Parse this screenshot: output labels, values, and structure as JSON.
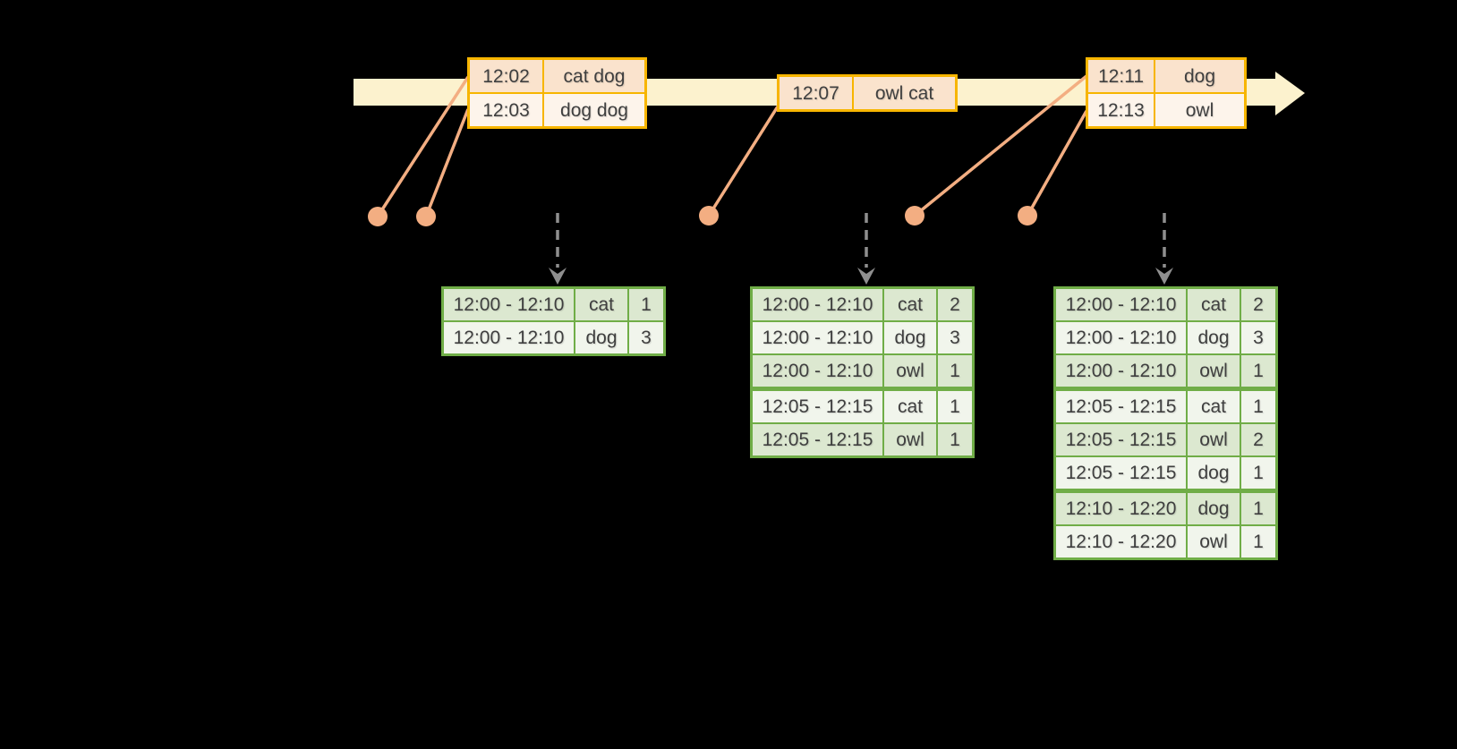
{
  "diagram_type": "streaming-windowed-aggregation-timeline",
  "colors": {
    "background": "#000000",
    "timeline_fill": "#FCF2CE",
    "event_border": "#F7B500",
    "event_row_odd": "#FAE3CD",
    "event_row_even": "#FDF4EB",
    "connector": "#F3AE82",
    "trigger_arrow": "#8F8F8F",
    "result_border": "#70AD47",
    "result_row_odd": "#DCE8D0",
    "result_row_even": "#F1F5EC",
    "text": "#3F3F3F"
  },
  "icons": [
    {
      "name": "timeline-arrow",
      "meaning": "event-time axis arrow pointing right"
    },
    {
      "name": "event-dot",
      "meaning": "event occurrence marker on timeline"
    },
    {
      "name": "trigger-arrow",
      "meaning": "dashed arrow from trigger down to result table"
    }
  ],
  "event_tables": [
    {
      "rows": [
        {
          "time": "12:02",
          "words": "cat dog"
        },
        {
          "time": "12:03",
          "words": "dog dog"
        }
      ]
    },
    {
      "rows": [
        {
          "time": "12:07",
          "words": "owl cat"
        }
      ]
    },
    {
      "rows": [
        {
          "time": "12:11",
          "words": "dog"
        },
        {
          "time": "12:13",
          "words": "owl"
        }
      ]
    }
  ],
  "result_tables": [
    {
      "rows": [
        {
          "window": "12:00 - 12:10",
          "word": "cat",
          "count": "1"
        },
        {
          "window": "12:00 - 12:10",
          "word": "dog",
          "count": "3"
        }
      ]
    },
    {
      "rows": [
        {
          "window": "12:00 - 12:10",
          "word": "cat",
          "count": "2"
        },
        {
          "window": "12:00 - 12:10",
          "word": "dog",
          "count": "3"
        },
        {
          "window": "12:00 - 12:10",
          "word": "owl",
          "count": "1"
        },
        {
          "window": "12:05 - 12:15",
          "word": "cat",
          "count": "1"
        },
        {
          "window": "12:05 - 12:15",
          "word": "owl",
          "count": "1"
        }
      ]
    },
    {
      "rows": [
        {
          "window": "12:00 - 12:10",
          "word": "cat",
          "count": "2"
        },
        {
          "window": "12:00 - 12:10",
          "word": "dog",
          "count": "3"
        },
        {
          "window": "12:00 - 12:10",
          "word": "owl",
          "count": "1"
        },
        {
          "window": "12:05 - 12:15",
          "word": "cat",
          "count": "1"
        },
        {
          "window": "12:05 - 12:15",
          "word": "owl",
          "count": "2"
        },
        {
          "window": "12:05 - 12:15",
          "word": "dog",
          "count": "1"
        },
        {
          "window": "12:10 - 12:20",
          "word": "dog",
          "count": "1"
        },
        {
          "window": "12:10 - 12:20",
          "word": "owl",
          "count": "1"
        }
      ]
    }
  ]
}
